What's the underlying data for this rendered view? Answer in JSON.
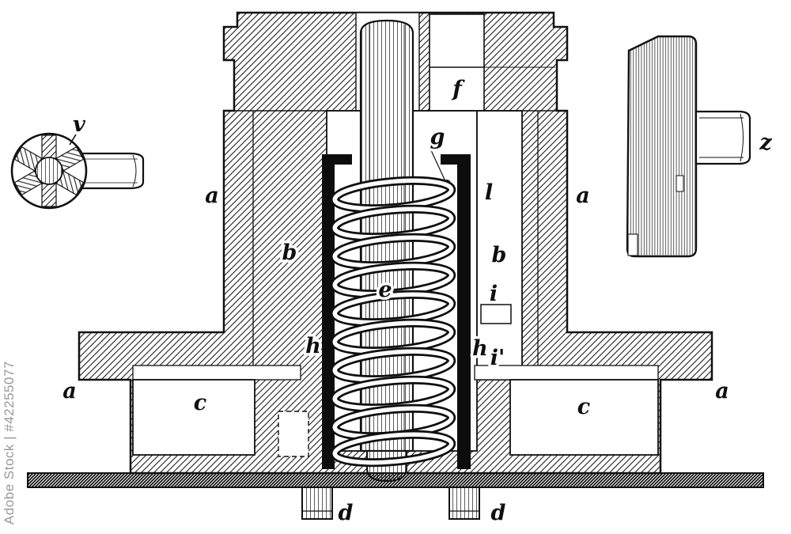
{
  "watermark": {
    "text": "Adobe Stock | #42255077"
  },
  "part_labels": {
    "v": "v",
    "a": "a",
    "b": "b",
    "c": "c",
    "d": "d",
    "e": "e",
    "f": "f",
    "g": "g",
    "h": "h",
    "i": "i",
    "i_prime": "i'",
    "l": "l",
    "z": "z"
  }
}
